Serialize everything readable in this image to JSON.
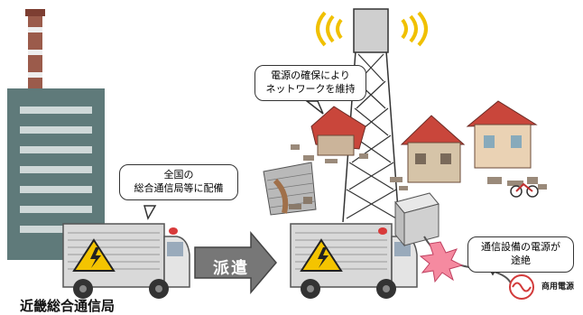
{
  "bubbles": {
    "deploy": "全国の\n総合通信局等に配備",
    "network": "電源の確保により\nネットワークを維持",
    "power_loss": "通信設備の電源が\n途絶"
  },
  "labels": {
    "office": "近畿総合通信局",
    "dispatch": "派遣",
    "commercial_power": "商用電源"
  },
  "colors": {
    "building": "#5f7a7a",
    "truck_body": "#d9d9d9",
    "warning_yellow": "#f4c400",
    "arrow_gray": "#777777",
    "roof_red": "#c9463b",
    "signal_yellow": "#f0c000",
    "burst_pink": "#f58aa0",
    "ac_red": "#d23a3a"
  }
}
